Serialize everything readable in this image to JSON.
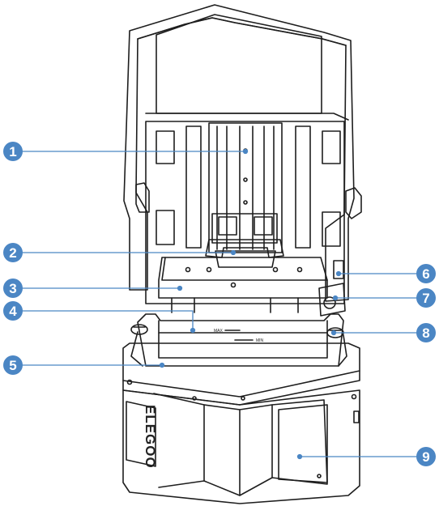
{
  "brand": {
    "logo_text": "ELEGOO"
  },
  "vat_marks": {
    "max_label": "MAX",
    "min_label": "MIN"
  },
  "callouts": [
    {
      "number": "1"
    },
    {
      "number": "2"
    },
    {
      "number": "3"
    },
    {
      "number": "4"
    },
    {
      "number": "5"
    },
    {
      "number": "6"
    },
    {
      "number": "7"
    },
    {
      "number": "8"
    },
    {
      "number": "9"
    }
  ],
  "colors": {
    "callout_fill": "#4b86c4",
    "leader_line": "#4b86c4",
    "outline": "#1e1e1e"
  }
}
